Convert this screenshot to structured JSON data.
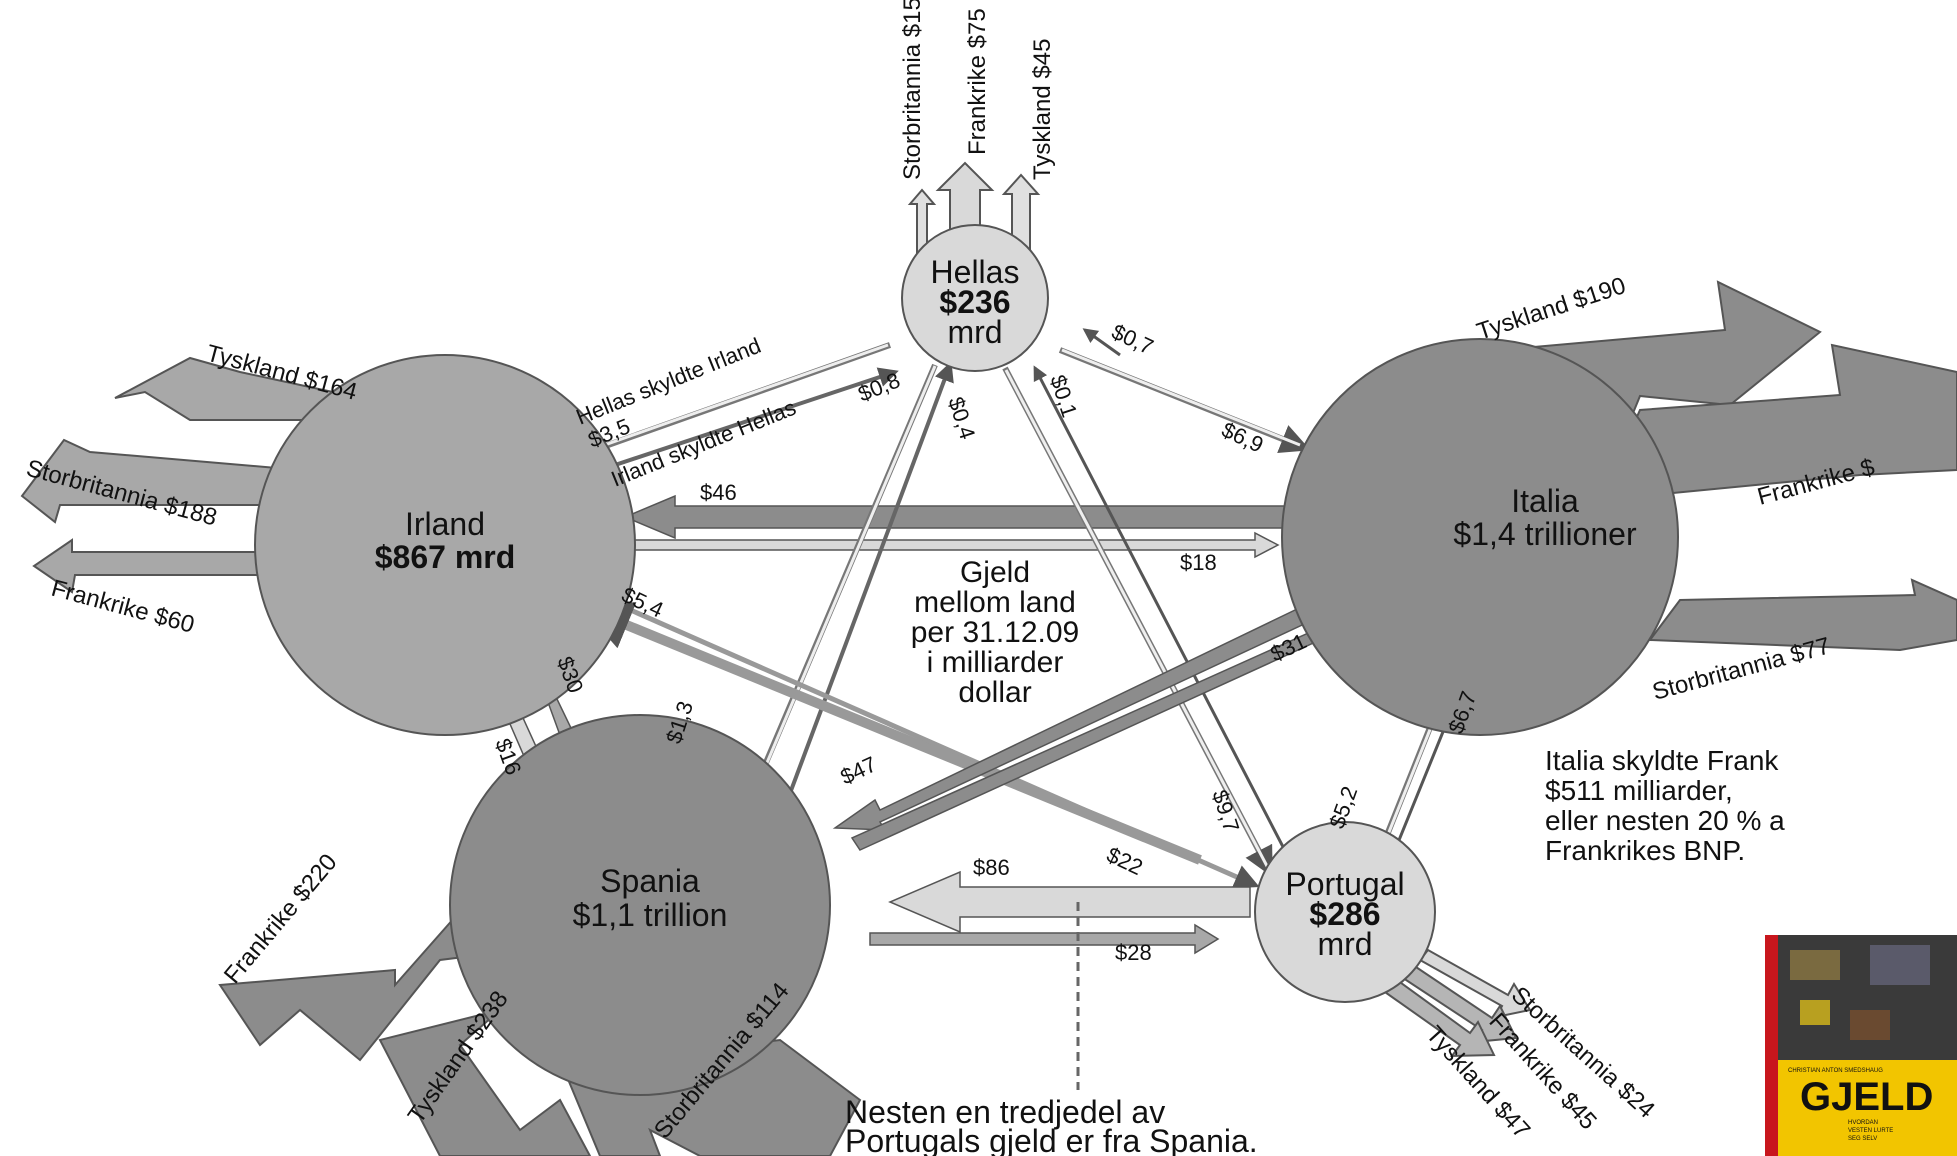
{
  "center_label": [
    "Gjeld",
    "mellom land",
    "per 31.12.09",
    "i milliarder",
    "dollar"
  ],
  "nodes": {
    "hellas": {
      "name": "Hellas",
      "value_lines": [
        "$236",
        "mrd"
      ]
    },
    "irland": {
      "name": "Irland",
      "value_lines": [
        "$867 mrd"
      ]
    },
    "italia": {
      "name": "Italia",
      "value_lines": [
        "$1,4 trillioner"
      ]
    },
    "spania": {
      "name": "Spania",
      "value_lines": [
        "$1,1 trillion"
      ]
    },
    "portugal": {
      "name": "Portugal",
      "value_lines": [
        "$286",
        "mrd"
      ]
    }
  },
  "flow_labels": {
    "hellas_to_irland": "Hellas skyldte Irland",
    "hellas_to_irland_value": "$3,5",
    "irland_to_hellas": "Irland skyldte Hellas",
    "irland_to_hellas_value": "$0,8",
    "italia_to_hellas": "$0,7",
    "hellas_to_italia": "$6,9",
    "spania_to_hellas": "$0,4",
    "hellas_to_spania": "$1,3",
    "portugal_to_hellas": "$0,1",
    "hellas_to_portugal": "$9,7",
    "italia_to_irland": "$46",
    "irland_to_italia": "$18",
    "irland_to_portugal": "$5,4",
    "portugal_to_irland": "$22",
    "spania_to_irland": "$30",
    "irland_to_spania": "$16",
    "spania_to_italia": "$31",
    "italia_to_spania": "$47",
    "italia_to_portugal": "$6,7",
    "portugal_to_italia": "$5,2",
    "portugal_to_spania": "$86",
    "spania_to_portugal": "$28"
  },
  "external_labels": {
    "hellas_uk": "Storbritannia $15",
    "hellas_fr": "Frankrike $75",
    "hellas_de": "Tyskland $45",
    "irland_de": "Tyskland $164",
    "irland_uk": "Storbritannia $188",
    "irland_fr": "Frankrike $60",
    "italia_de": "Tyskland $190",
    "italia_fr": "Frankrike $",
    "italia_uk": "Storbritannia $77",
    "spania_fr": "Frankrike $220",
    "spania_de": "Tyskland $238",
    "spania_uk": "Storbritannia $114",
    "portugal_uk": "Storbritannia $24",
    "portugal_fr": "Frankrike $45",
    "portugal_de": "Tyskland $47"
  },
  "italia_note": [
    "Italia skyldte Frank",
    "$511 milliarder,",
    "eller nesten 20 % a",
    "Frankrikes BNP."
  ],
  "portugal_note": [
    "Nesten en tredjedel av",
    "Portugals gjeld er fra Spania."
  ],
  "book": {
    "author": "CHRISTIAN ANTON SMEDSHAUG",
    "title": "GJELD",
    "subtitle_lines": [
      "HVORDAN",
      "VESTEN LURTE",
      "SEG SELV"
    ]
  },
  "colors": {
    "light_fill": "#d9d9d9",
    "mid_fill": "#a8a8a8",
    "dark_fill": "#8c8c8c",
    "stroke": "#4a4a4a",
    "book_yellow": "#f2c500",
    "book_red": "#c8161d"
  }
}
